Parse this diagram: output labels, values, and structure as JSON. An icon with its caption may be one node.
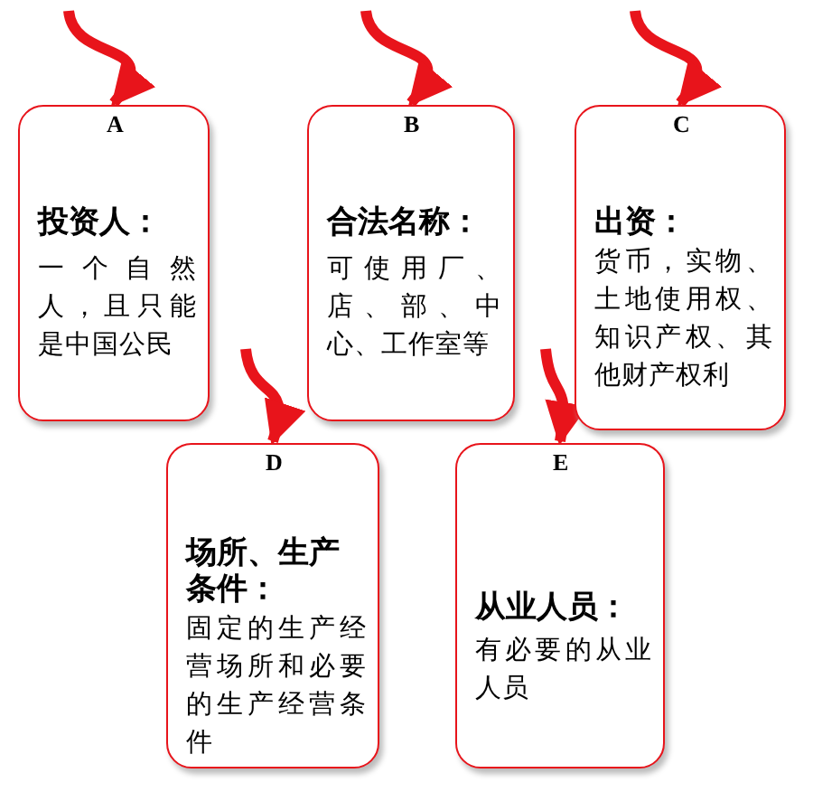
{
  "diagram": {
    "nodes": [
      {
        "text": [
          "投资人：",
          "一个自然人，且只能是中国公民"
        ]
      },
      {
        "text": [
          "合法名称：",
          "可使用厂、店、部、中心、工作室等"
        ]
      },
      {
        "text": [
          "出资：",
          "货币，实物、土地使用权、知识产权、其他财产权利"
        ]
      },
      {
        "text": [
          "场所、生产条件：",
          "固定的生产经营场所和必要的生产经营条件"
        ]
      },
      {
        "text": [
          "从业人员：",
          "有必要的从业人员"
        ]
      }
    ],
    "edges": [
      {
        "from": null,
        "to": 0,
        "arrow": "to",
        "label": "A"
      },
      {
        "from": null,
        "to": 1,
        "arrow": "to",
        "label": "B"
      },
      {
        "from": null,
        "to": 2,
        "arrow": "to",
        "label": "C"
      },
      {
        "from": null,
        "to": 3,
        "arrow": "to",
        "label": "D"
      },
      {
        "from": null,
        "to": 4,
        "arrow": "to",
        "label": "E"
      }
    ]
  }
}
